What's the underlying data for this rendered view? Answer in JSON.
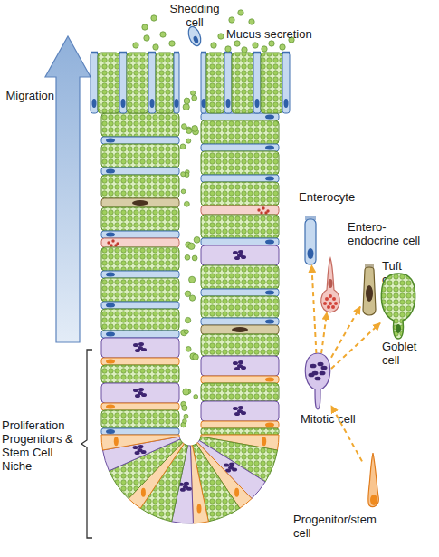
{
  "diagram": {
    "nodes": [
      {
        "text": [
          "Enterocyte"
        ]
      },
      {
        "text": [
          "Entero- endocrine cell"
        ]
      },
      {
        "text": [
          "Tuft cell"
        ]
      },
      {
        "text": [
          "Goblet cell"
        ]
      },
      {
        "text": [
          "Mitotic cell"
        ]
      },
      {
        "text": [
          "Progenitor/stem cell"
        ]
      }
    ],
    "edges": [
      {
        "from": 4,
        "to": 0,
        "arrow": "to"
      },
      {
        "from": 4,
        "to": 1,
        "arrow": "to"
      },
      {
        "from": 4,
        "to": 2,
        "arrow": "to"
      },
      {
        "from": 4,
        "to": 3,
        "arrow": "to"
      },
      {
        "from": 5,
        "to": 4,
        "arrow": "to"
      }
    ],
    "labels": [
      "Shedding cell",
      "Mucus secretion",
      "Migration",
      "Proliferation Progenitors & Stem Cell Niche"
    ]
  }
}
